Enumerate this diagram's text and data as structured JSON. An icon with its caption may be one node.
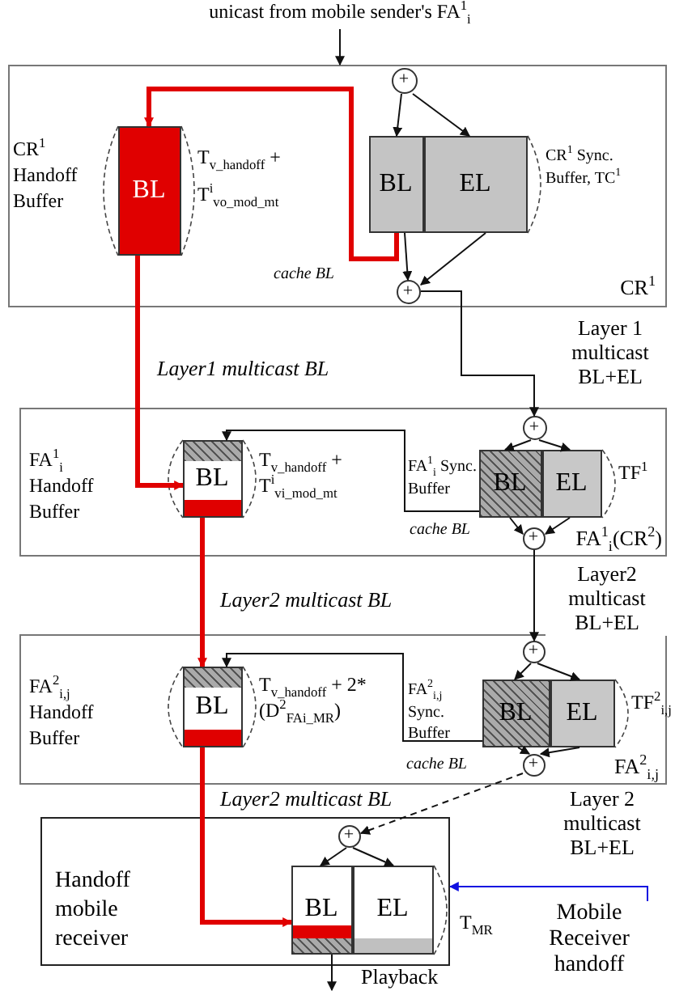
{
  "diagram": {
    "nodes": [
      {
        "text": [
          "unicast from mobile sender's FA$^{1}$$_{i}$"
        ]
      },
      {
        "text": [
          "CR$^{1}$"
        ]
      },
      {
        "text": [
          "BL"
        ],
        "in": 1,
        "beside": [
          "CR$^{1}$ Handoff Buffer",
          "T$_{v_handoff}$ + T$^{i}$$_{vo_mod_mt}$"
        ]
      },
      {
        "text": [
          "+"
        ],
        "in": 1
      },
      {
        "text": [
          "BL"
        ],
        "in": 1
      },
      {
        "text": [
          "EL"
        ],
        "in": 1,
        "beside": [
          "CR$^{1}$ Sync. Buffer, TC$^{1}$"
        ]
      },
      {
        "text": [
          "+"
        ],
        "in": 1
      },
      {
        "text": [
          "FA$^{1}$$_{i}$(CR$^{2}$)"
        ]
      },
      {
        "text": [
          "BL"
        ],
        "in": 7,
        "beside": [
          "T$_{v_handoff}$ + T$^{i}$$_{vi_mod_mt}$"
        ]
      },
      {
        "text": [
          "+"
        ],
        "in": 7
      },
      {
        "text": [
          "BL"
        ],
        "in": 7,
        "beside": [
          "FA$^{1}$$_{i}$ Sync. Buffer"
        ]
      },
      {
        "text": [
          "EL"
        ],
        "in": 7,
        "beside": [
          "TF$^{1}$"
        ]
      },
      {
        "text": [
          "+"
        ],
        "in": 7
      },
      {
        "text": [
          "FA$^{2}$$_{i,j}$"
        ]
      },
      {
        "text": [
          "BL"
        ],
        "in": 13,
        "beside": [
          "T$_{v_handoff}$ + 2*(D$^{2}$$_{FAi_MR}$)"
        ]
      },
      {
        "text": [
          "+"
        ],
        "in": 13
      },
      {
        "text": [
          "BL"
        ],
        "in": 13,
        "beside": [
          "FA$^{2}$$_{i,j}$ Sync. Buffer"
        ]
      },
      {
        "text": [
          "EL"
        ],
        "in": 13,
        "beside": [
          "TF$^{2}$$_{i,j}$"
        ]
      },
      {
        "text": [
          "+"
        ],
        "in": 13
      },
      {
        "text": [
          "Handoff mobile receiver"
        ]
      },
      {
        "text": [
          "+"
        ],
        "in": 19
      },
      {
        "text": [
          "BL"
        ],
        "in": 19
      },
      {
        "text": [
          "EL"
        ],
        "in": 19,
        "beside": [
          "T$_{MR}$"
        ]
      },
      {
        "text": [
          "Mobile Receiver handoff"
        ]
      }
    ],
    "edges": [
      {
        "from": 0,
        "to": 1,
        "arrow": "to"
      },
      {
        "from": 3,
        "to": 4,
        "arrow": "to"
      },
      {
        "from": 3,
        "to": 5,
        "arrow": "to"
      },
      {
        "from": 4,
        "to": 6,
        "arrow": "to"
      },
      {
        "from": 5,
        "to": 6,
        "arrow": "to"
      },
      {
        "from": 4,
        "to": 2,
        "arrow": "to",
        "label": "cache BL",
        "style": "thick",
        "color": "#e00000"
      },
      {
        "from": 2,
        "to": 8,
        "arrow": "to",
        "label": "Layer1 multicast BL",
        "style": "thick",
        "color": "#e00000"
      },
      {
        "from": 6,
        "to": 9,
        "arrow": "to",
        "label": "Layer 1 multicast BL+EL"
      },
      {
        "from": 9,
        "to": 10,
        "arrow": "to"
      },
      {
        "from": 9,
        "to": 11,
        "arrow": "to"
      },
      {
        "from": 10,
        "to": 12,
        "arrow": "to"
      },
      {
        "from": 11,
        "to": 12,
        "arrow": "to"
      },
      {
        "from": 10,
        "to": 8,
        "arrow": "to",
        "label": "cache BL"
      },
      {
        "from": 8,
        "to": 14,
        "arrow": "to",
        "label": "Layer2 multicast BL",
        "style": "thick",
        "color": "#e00000"
      },
      {
        "from": 12,
        "to": 15,
        "arrow": "to",
        "label": "Layer2 multicast BL+EL"
      },
      {
        "from": 15,
        "to": 16,
        "arrow": "to"
      },
      {
        "from": 15,
        "to": 17,
        "arrow": "to"
      },
      {
        "from": 16,
        "to": 18,
        "arrow": "to"
      },
      {
        "from": 17,
        "to": 18,
        "arrow": "to"
      },
      {
        "from": 16,
        "to": 14,
        "arrow": "to",
        "label": "cache BL"
      },
      {
        "from": 14,
        "to": 21,
        "arrow": "to",
        "label": "Layer2 multicast BL",
        "style": "thick",
        "color": "#e00000"
      },
      {
        "from": 18,
        "to": 20,
        "arrow": "to",
        "label": "Layer 2 multicast BL+EL",
        "style": "dashed"
      },
      {
        "from": 20,
        "to": 21,
        "arrow": "to"
      },
      {
        "from": 20,
        "to": 22,
        "arrow": "to"
      },
      {
        "from": 21,
        "to": null,
        "arrow": "to",
        "label": "Playback"
      },
      {
        "from": 23,
        "to": 19,
        "arrow": "to",
        "color": "#1010e0"
      }
    ],
    "labels": [
      "FA$^{1}$$_{i}$ Handoff Buffer",
      "FA$^{2}$$_{i,j}$ Handoff Buffer"
    ]
  }
}
